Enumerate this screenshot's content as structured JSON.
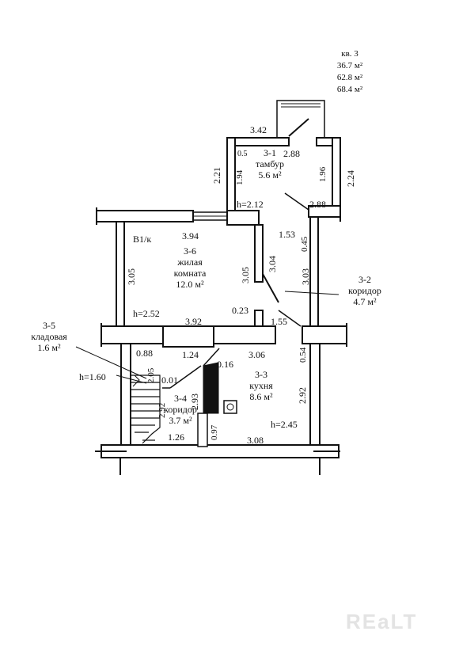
{
  "apartment": {
    "number": "кв. 3",
    "areas": [
      "36.7 м²",
      "62.8 м²",
      "68.4 м²"
    ]
  },
  "rooms": {
    "r31": {
      "id": "3-1",
      "name": "тамбур",
      "area": "5.6 м²"
    },
    "r32": {
      "id": "3-2",
      "name": "коридор",
      "area": "4.7 м²"
    },
    "r33": {
      "id": "3-3",
      "name": "кухня",
      "area": "8.6 м²"
    },
    "r34": {
      "id": "3-4",
      "name": "коридор",
      "area": "3.7 м²"
    },
    "r35": {
      "id": "3-5",
      "name": "кладовая",
      "area": "1.6 м²"
    },
    "r36": {
      "id": "3-6",
      "name": "жилая комната",
      "area": "12.0 м²"
    }
  },
  "dims": {
    "d342": "3.42",
    "d288a": "2.88",
    "d05": "0.5",
    "d221": "2.21",
    "d194": "1.94",
    "d196": "1.96",
    "d224": "2.24",
    "h212": "h=2.12",
    "d288b": "2.88",
    "b1k": "В1/к",
    "d394": "3.94",
    "d153": "1.53",
    "d305a": "3.05",
    "d304": "3.04",
    "d305b": "3.05",
    "d045": "0.45",
    "d303": "3.03",
    "h252": "h=2.52",
    "d023": "0.23",
    "d392": "3.92",
    "d155": "1.55",
    "d088": "0.88",
    "d124": "1.24",
    "d306": "3.06",
    "d054": "0.54",
    "d205": "2.05",
    "d001": "0.01",
    "d016": "0.16",
    "h160": "h=1.60",
    "d292a": "2.92",
    "d293": "2.93",
    "d292b": "2.92",
    "d097": "0.97",
    "h245": "h=2.45",
    "d126": "1.26",
    "d308": "3.08"
  },
  "watermark": "REaLT"
}
